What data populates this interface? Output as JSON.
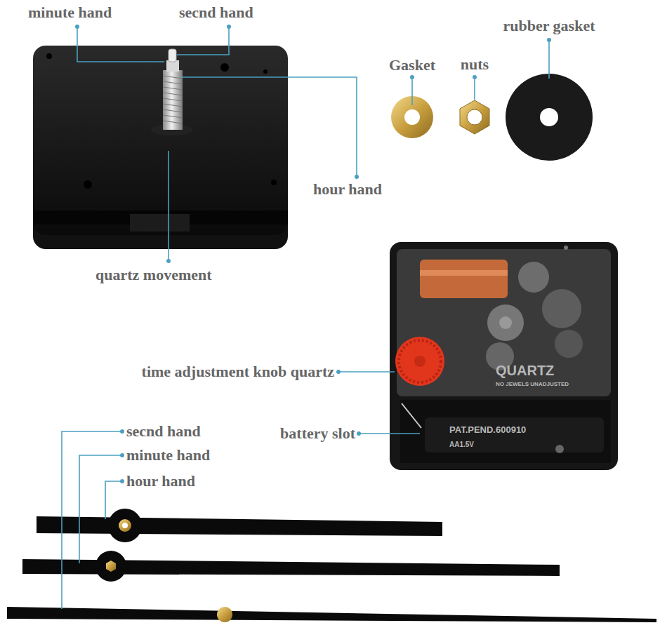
{
  "diagram": {
    "labels": [
      "minute hand",
      "secnd hand",
      "hour hand",
      "quartz movement",
      "Gasket",
      "nuts",
      "rubber gasket",
      "time adjustment knob quartz",
      "battery slot",
      "secnd hand",
      "minute hand",
      "hour hand",
      "QUARTZ",
      "NO JEWELS UNADJUSTED",
      "PAT.PEND.600910",
      "AA1.5V"
    ]
  }
}
